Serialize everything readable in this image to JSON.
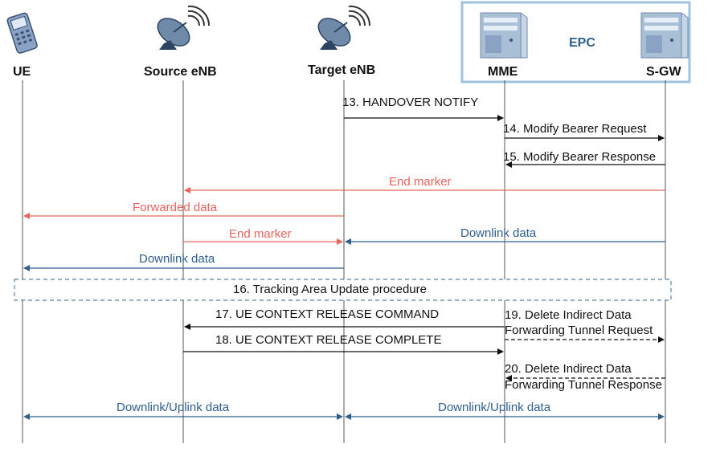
{
  "entities": {
    "ue": "UE",
    "source_enb": "Source eNB",
    "target_enb": "Target eNB",
    "mme": "MME",
    "sgw": "S-GW",
    "epc": "EPC"
  },
  "messages": {
    "m13": "13. HANDOVER NOTIFY",
    "m14": "14. Modify Bearer Request",
    "m15": "15. Modify Bearer Response",
    "end_marker_1": "End marker",
    "forwarded_data": "Forwarded data",
    "end_marker_2": "End marker",
    "downlink_data_1": "Downlink data",
    "downlink_data_2": "Downlink data",
    "m16": "16. Tracking Area Update procedure",
    "m17": "17. UE CONTEXT RELEASE COMMAND",
    "m18": "18. UE CONTEXT RELEASE COMPLETE",
    "m19_line1": "19. Delete Indirect Data",
    "m19_line2": "Forwarding Tunnel Request",
    "m20_line1": "20. Delete Indirect Data",
    "m20_line2": "Forwarding Tunnel Response",
    "ul_dl_1": "Downlink/Uplink data",
    "ul_dl_2": "Downlink/Uplink data"
  },
  "colors": {
    "black": "#111111",
    "red": "#e8645c",
    "blue": "#2e5f8f",
    "epc_border": "#9fc3dc",
    "dashed_box": "#5b7fa3"
  }
}
